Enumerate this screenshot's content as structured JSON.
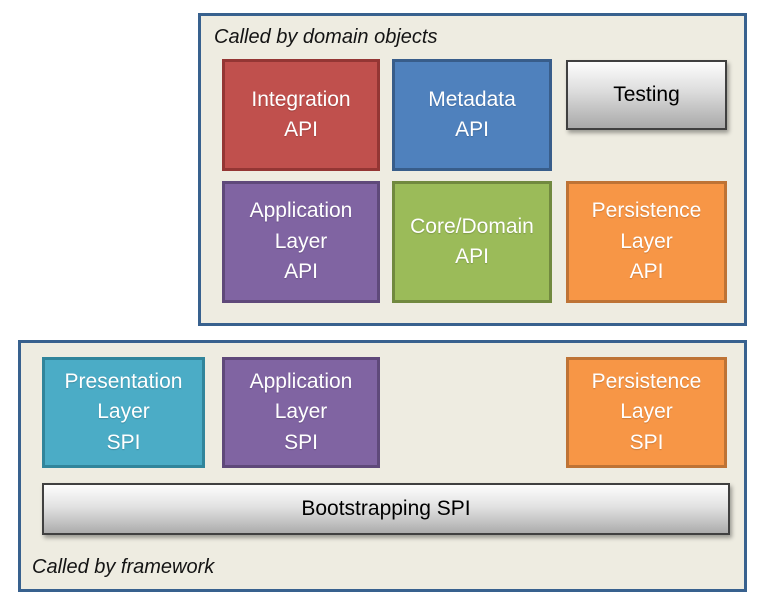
{
  "diagram": {
    "colors": {
      "page_bg": "#FFFFFF",
      "container": {
        "fill": "#EEECE1",
        "border": "#38618E"
      }
    },
    "top_group": {
      "label": "Called by domain objects",
      "boxes": [
        {
          "name": "integration-api",
          "label": "Integration\nAPI",
          "fill": "#C0504D",
          "border": "#943634",
          "text": "#FFFFFF"
        },
        {
          "name": "metadata-api",
          "label": "Metadata\nAPI",
          "fill": "#4F81BD",
          "border": "#385D8A",
          "text": "#FFFFFF"
        },
        {
          "name": "testing",
          "label": "Testing",
          "gradient": [
            "#FDFDFD",
            "#DCDCDC",
            "#A9A9A9"
          ],
          "border": "#404040",
          "text": "#000000"
        },
        {
          "name": "application-layer-api",
          "label": "Application\nLayer\nAPI",
          "fill": "#8064A2",
          "border": "#5F497A",
          "text": "#FFFFFF"
        },
        {
          "name": "core-domain-api",
          "label": "Core/Domain\nAPI",
          "fill": "#9BBB59",
          "border": "#71893F",
          "text": "#FFFFFF"
        },
        {
          "name": "persistence-layer-api",
          "label": "Persistence\nLayer\nAPI",
          "fill": "#F79646",
          "border": "#BE7335",
          "text": "#FFFFFF"
        }
      ]
    },
    "bottom_group": {
      "label": "Called by framework",
      "boxes": [
        {
          "name": "presentation-layer-spi",
          "label": "Presentation\nLayer\nSPI",
          "fill": "#4BACC6",
          "border": "#31859B",
          "text": "#FFFFFF"
        },
        {
          "name": "application-layer-spi",
          "label": "Application\nLayer\nSPI",
          "fill": "#8064A2",
          "border": "#5F497A",
          "text": "#FFFFFF"
        },
        {
          "name": "persistence-layer-spi",
          "label": "Persistence\nLayer\nSPI",
          "fill": "#F79646",
          "border": "#BE7335",
          "text": "#FFFFFF"
        },
        {
          "name": "bootstrapping-spi",
          "label": "Bootstrapping SPI",
          "gradient": [
            "#FDFDFD",
            "#E2E2E2",
            "#ACACAC"
          ],
          "border": "#404040",
          "text": "#000000"
        }
      ]
    }
  }
}
